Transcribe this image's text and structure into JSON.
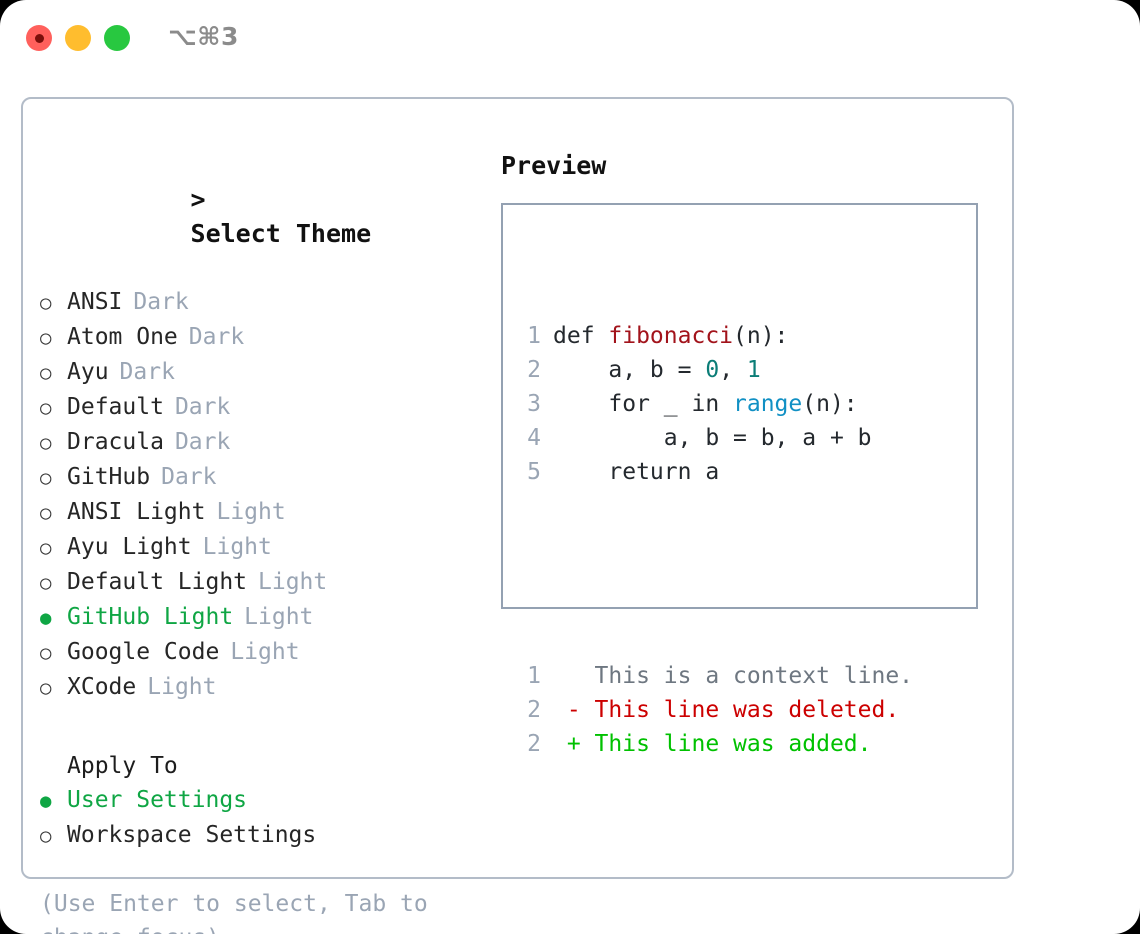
{
  "titlebar": {
    "shortcut": "⌥⌘3",
    "lights": [
      {
        "name": "close",
        "color": "#ff605c"
      },
      {
        "name": "minimize",
        "color": "#ffbd2e"
      },
      {
        "name": "maximize",
        "color": "#28c840"
      }
    ]
  },
  "colors": {
    "selected_green": "#0fa644",
    "muted": "#9aa5b4",
    "panel_border": "#b3bcc8",
    "preview_border": "#94a1b2",
    "diff_add": "#00c100",
    "diff_del": "#cc0000"
  },
  "theme_section": {
    "prompt": ">",
    "title": "Select Theme",
    "options": [
      {
        "marker": "○",
        "label": "ANSI",
        "tag": "Dark",
        "selected": false
      },
      {
        "marker": "○",
        "label": "Atom One",
        "tag": "Dark",
        "selected": false
      },
      {
        "marker": "○",
        "label": "Ayu",
        "tag": "Dark",
        "selected": false
      },
      {
        "marker": "○",
        "label": "Default",
        "tag": "Dark",
        "selected": false
      },
      {
        "marker": "○",
        "label": "Dracula",
        "tag": "Dark",
        "selected": false
      },
      {
        "marker": "○",
        "label": "GitHub",
        "tag": "Dark",
        "selected": false
      },
      {
        "marker": "○",
        "label": "ANSI Light",
        "tag": "Light",
        "selected": false
      },
      {
        "marker": "○",
        "label": "Ayu Light",
        "tag": "Light",
        "selected": false
      },
      {
        "marker": "○",
        "label": "Default Light",
        "tag": "Light",
        "selected": false
      },
      {
        "marker": "●",
        "label": "GitHub Light",
        "tag": "Light",
        "selected": true
      },
      {
        "marker": "○",
        "label": "Google Code",
        "tag": "Light",
        "selected": false
      },
      {
        "marker": "○",
        "label": "XCode",
        "tag": "Light",
        "selected": false
      }
    ]
  },
  "apply_section": {
    "title": "Apply To",
    "options": [
      {
        "marker": "●",
        "label": "User Settings",
        "selected": true
      },
      {
        "marker": "○",
        "label": "Workspace Settings",
        "selected": false
      }
    ]
  },
  "hint": "(Use Enter to select, Tab to change focus)",
  "preview": {
    "title": "Preview",
    "code_lines": [
      {
        "no": "1",
        "tokens": [
          {
            "t": "def ",
            "c": "plain"
          },
          {
            "t": "fibonacci",
            "c": "func"
          },
          {
            "t": "(n):",
            "c": "plain"
          }
        ]
      },
      {
        "no": "2",
        "tokens": [
          {
            "t": "    a, b = ",
            "c": "plain"
          },
          {
            "t": "0",
            "c": "num"
          },
          {
            "t": ", ",
            "c": "plain"
          },
          {
            "t": "1",
            "c": "num"
          }
        ]
      },
      {
        "no": "3",
        "tokens": [
          {
            "t": "    for _ in ",
            "c": "plain"
          },
          {
            "t": "range",
            "c": "call"
          },
          {
            "t": "(n):",
            "c": "plain"
          }
        ]
      },
      {
        "no": "4",
        "tokens": [
          {
            "t": "        a, b = b, a + b",
            "c": "plain"
          }
        ]
      },
      {
        "no": "5",
        "tokens": [
          {
            "t": "    return a",
            "c": "plain"
          }
        ]
      }
    ],
    "diff_lines": [
      {
        "no": "1",
        "tokens": [
          {
            "t": "   This is a context line.",
            "c": "ctx"
          }
        ]
      },
      {
        "no": "2",
        "tokens": [
          {
            "t": " - This line was deleted.",
            "c": "del"
          }
        ]
      },
      {
        "no": "2",
        "tokens": [
          {
            "t": " + This line was added.",
            "c": "add"
          }
        ]
      }
    ]
  }
}
